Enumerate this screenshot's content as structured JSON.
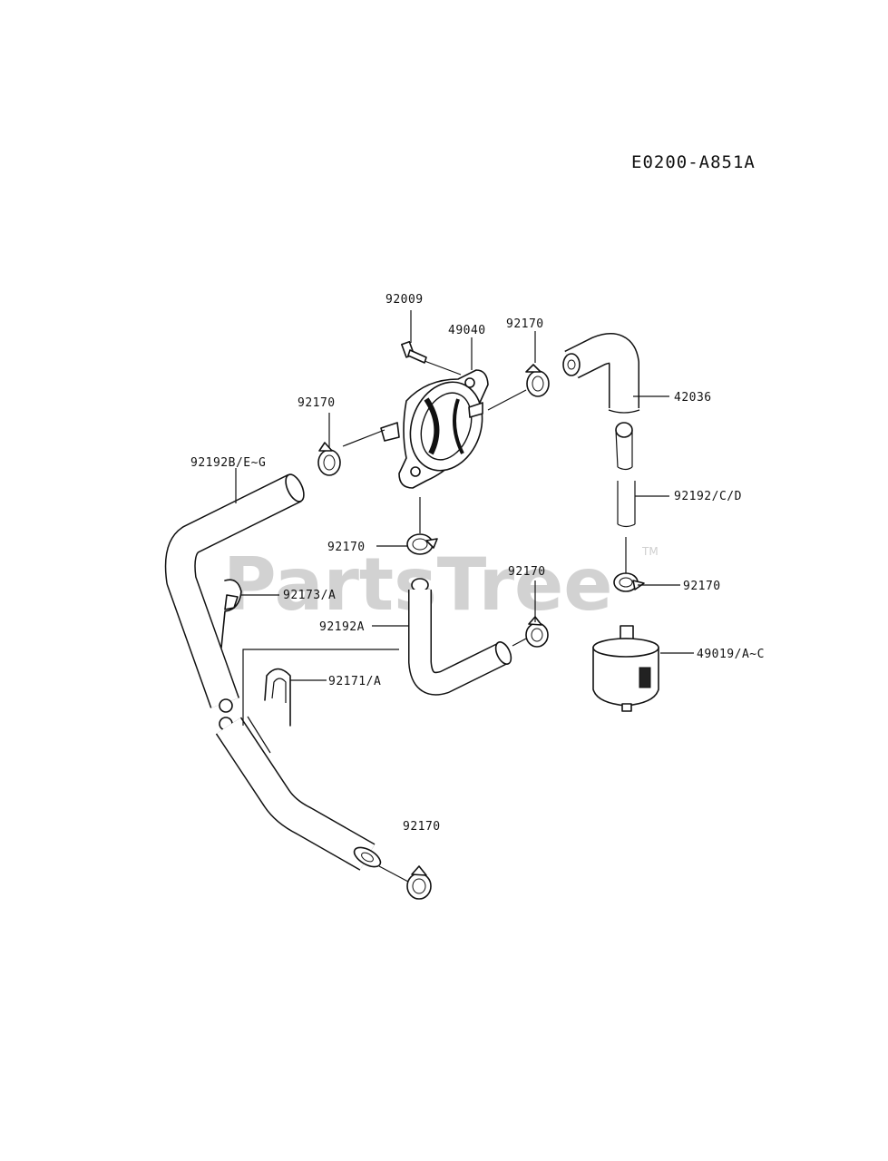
{
  "diagram": {
    "code": "E0200-A851A",
    "watermark": "PartsTree",
    "trademark": "TM",
    "labels": {
      "p92009": "92009",
      "p49040": "49040",
      "p92170_top": "92170",
      "p42036": "42036",
      "p92170_left": "92170",
      "p92192_b": "92192B/E~G",
      "p92192_cd": "92192/C/D",
      "p92170_mid": "92170",
      "p92170_mid2": "92170",
      "p92170_right": "92170",
      "p92173": "92173/A",
      "p92192a": "92192A",
      "p49019": "49019/A~C",
      "p92171": "92171/A",
      "p92170_bottom": "92170"
    }
  }
}
